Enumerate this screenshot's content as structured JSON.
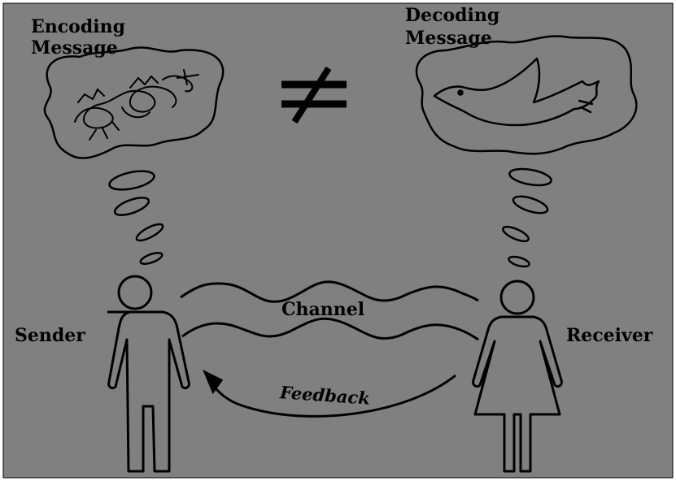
{
  "labels": {
    "encoding_line1": "Encoding",
    "encoding_line2": "Message",
    "decoding_line1": "Decoding",
    "decoding_line2": "Message",
    "not_equal": "≠",
    "channel": "Channel",
    "feedback": "Feedback",
    "sender": "Sender",
    "receiver": "Receiver"
  },
  "colors": {
    "background": "#808080",
    "ink": "#000000"
  },
  "icons": [
    "tangled-scribble-icon",
    "bird-icon",
    "not-equal-icon",
    "man-figure-icon",
    "woman-figure-icon"
  ]
}
